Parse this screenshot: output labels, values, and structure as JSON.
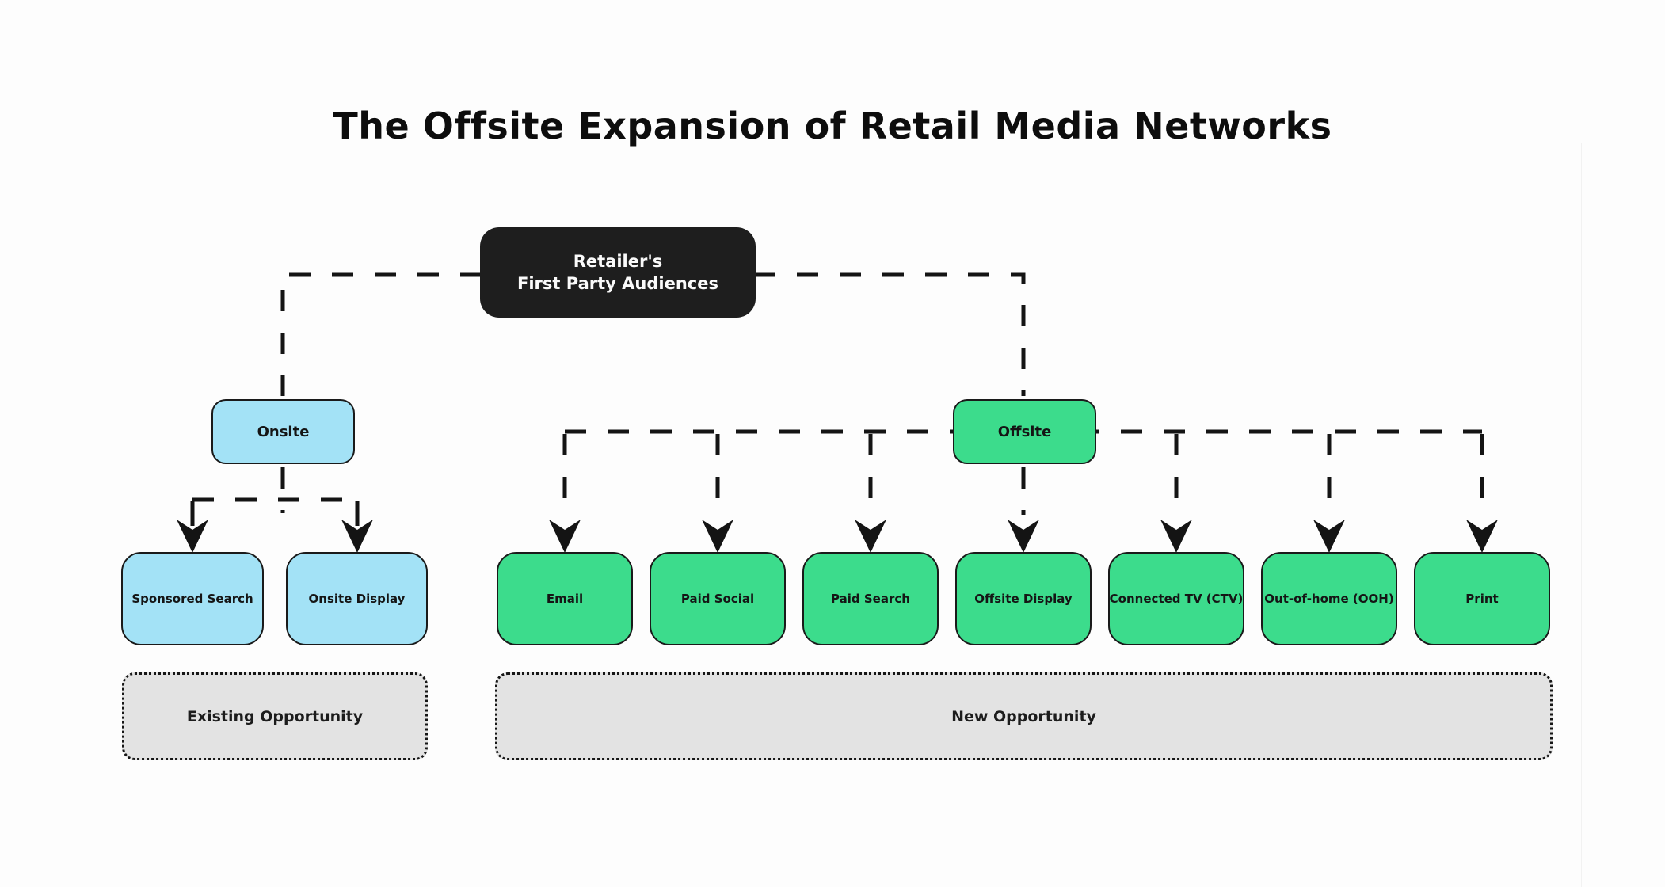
{
  "title": "The Offsite Expansion of Retail Media Networks",
  "root": {
    "line1": "Retailer's",
    "line2": "First Party Audiences"
  },
  "branches": {
    "onsite": {
      "label": "Onsite",
      "children": [
        "Sponsored Search",
        "Onsite Display"
      ]
    },
    "offsite": {
      "label": "Offsite",
      "children": [
        "Email",
        "Paid Social",
        "Paid Search",
        "Offsite Display",
        "Connected TV (CTV)",
        "Out-of-home (OOH)",
        "Print"
      ]
    }
  },
  "legend": {
    "existing_label": "Existing Opportunity",
    "new_label": "New Opportunity"
  },
  "colors": {
    "background": "#fdfdfd",
    "root_fill": "#1e1e1e",
    "root_text": "#fafafa",
    "onsite_fill": "#a3e2f6",
    "offsite_fill": "#3cdc8c",
    "legend_fill": "#e3e3e3",
    "node_border": "#1a1a1a",
    "connector": "#141414",
    "title_text": "#0d0d0d"
  }
}
